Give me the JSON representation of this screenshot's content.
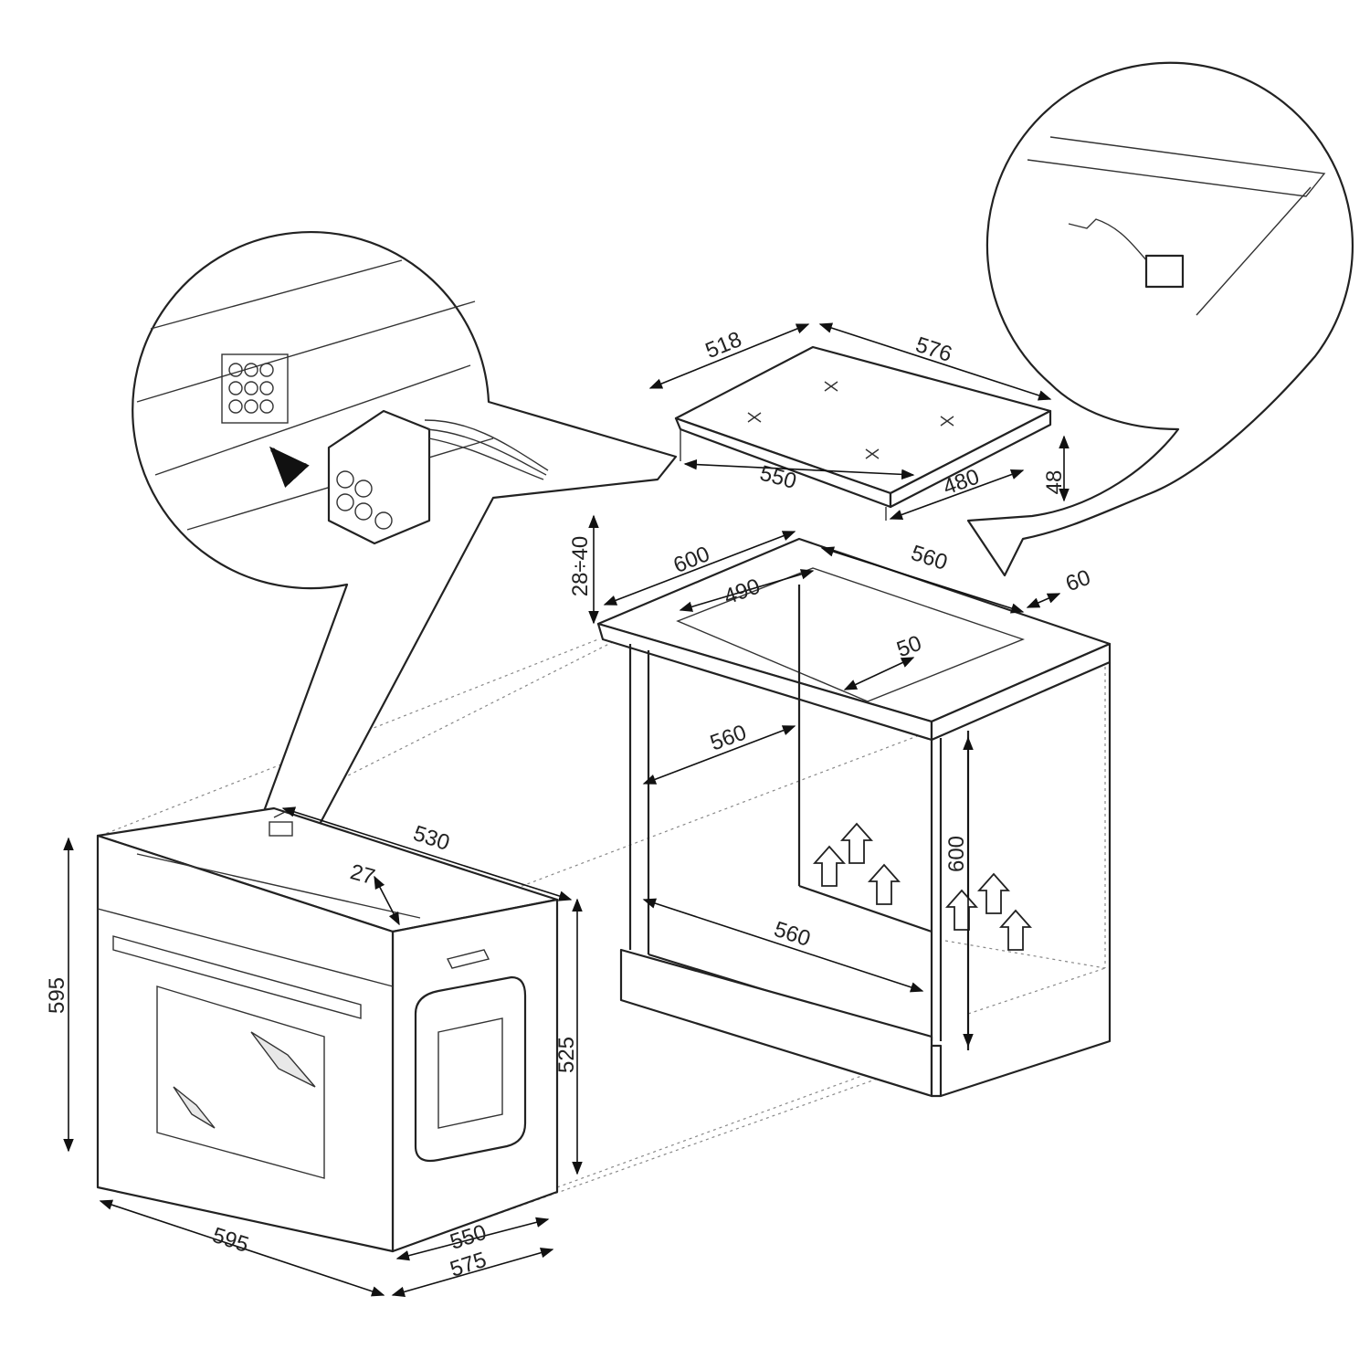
{
  "hob": {
    "depth": "518",
    "width": "576",
    "cutout_depth": "550",
    "cutout_width": "480",
    "thickness": "48"
  },
  "cabinet": {
    "top_depth": "600",
    "top_width": "560",
    "cutout_depth": "490",
    "edge_gap": "60",
    "worktop_thickness": "28÷40",
    "front_gap": "50",
    "inner_depth": "560",
    "inner_width": "560",
    "inner_height": "600"
  },
  "oven": {
    "top_depth": "530",
    "top_offset": "27",
    "height": "595",
    "body_height": "525",
    "width": "595",
    "body_depth": "550",
    "total_depth": "575"
  }
}
